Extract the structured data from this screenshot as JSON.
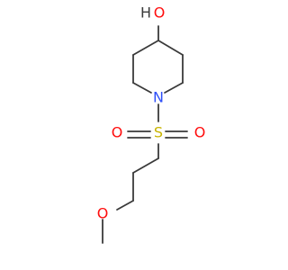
{
  "molecule": {
    "atoms": {
      "hydroxyl_h": "H",
      "hydroxyl_o": "O",
      "nitrogen": "N",
      "sulfur": "S",
      "sulfonyl_o_left": "O",
      "sulfonyl_o_right": "O",
      "ether_o": "O"
    },
    "colors": {
      "bond": "#3a3a3a",
      "oxygen": "#ff0d0d",
      "nitrogen": "#2f50f8",
      "sulfur": "#c8b400",
      "hydrogen": "#3a3a3a"
    }
  }
}
